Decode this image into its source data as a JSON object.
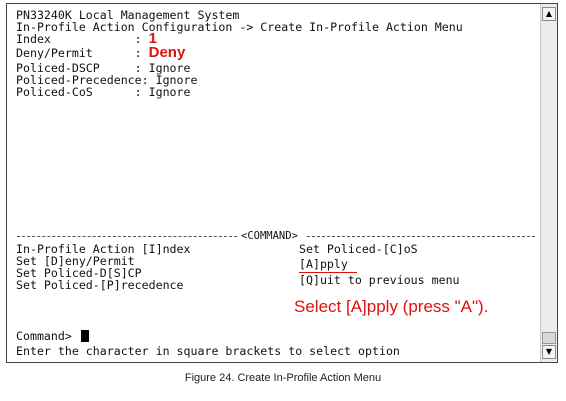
{
  "header": {
    "system": "PN33240K Local Management System",
    "breadcrumb": "In-Profile Action Configuration -> Create In-Profile Action Menu"
  },
  "fields": {
    "index_label": "Index            : ",
    "index_value": "1",
    "deny_label": "Deny/Permit      : ",
    "deny_value": "Deny",
    "dscp": "Policed-DSCP     : Ignore",
    "precedence": "Policed-Precedence: Ignore",
    "cos": "Policed-CoS      : Ignore"
  },
  "command": {
    "section_label": "<COMMAND>",
    "left": [
      "In-Profile Action [I]ndex",
      "Set [D]eny/Permit",
      "Set Policed-D[S]CP",
      "Set Policed-[P]recedence"
    ],
    "right": [
      "Set Policed-[C]oS",
      "[A]pply",
      "[Q]uit to previous menu"
    ]
  },
  "annotation": "Select [A]pply (press \"A\").",
  "prompt": "Command> ",
  "hint": "Enter the character in square brackets to select option",
  "scrollbar": {
    "up_icon": "▲",
    "down_icon": "▼"
  },
  "caption": "Figure 24. Create In-Profile Action Menu",
  "colors": {
    "highlight": "#e0110c"
  }
}
